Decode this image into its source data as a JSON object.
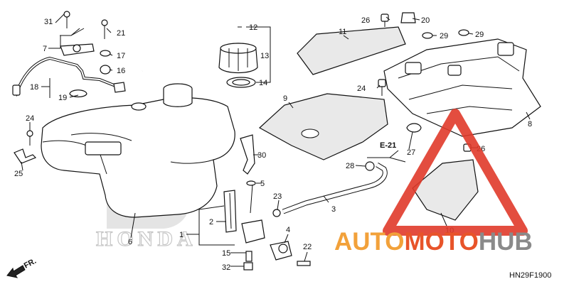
{
  "diagram": {
    "code": "HN29F1900",
    "section_ref": "E-21",
    "direction_label": "FR.",
    "watermark_text": "HONDA",
    "callouts": [
      "1",
      "2",
      "3",
      "4",
      "5",
      "6",
      "7",
      "8",
      "9",
      "10",
      "11",
      "12",
      "13",
      "14",
      "15",
      "16",
      "17",
      "18",
      "19",
      "20",
      "21",
      "22",
      "23",
      "24",
      "25",
      "26",
      "27",
      "28",
      "29",
      "30",
      "31",
      "32"
    ]
  },
  "logo": {
    "text_a": "AUTO",
    "text_b": "MOTO",
    "text_c": "HUB",
    "color_a": "#f2a13a",
    "color_b": "#e8542a",
    "color_c": "#8a8a8a",
    "triangle_color": "#e03a2a"
  }
}
